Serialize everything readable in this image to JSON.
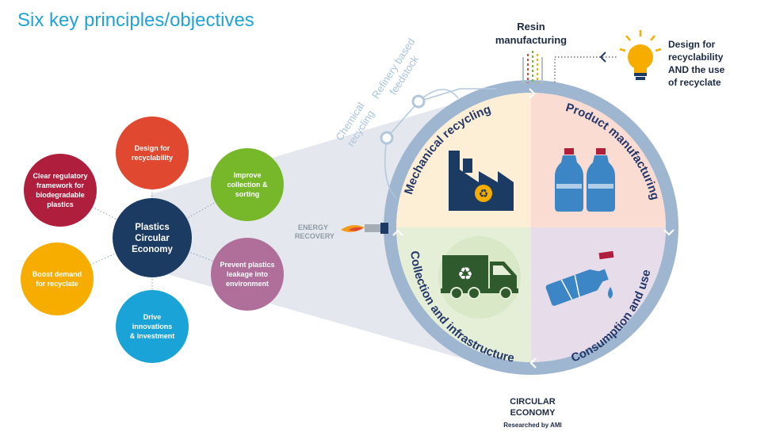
{
  "title": "Six key principles/objectives",
  "center_node": {
    "lines": [
      "Plastics",
      "Circular",
      "Economy"
    ],
    "color": "#1b3b63"
  },
  "outer_nodes": [
    {
      "key": "design",
      "lines": [
        "Design for",
        "recyclability"
      ],
      "color": "#e0492f"
    },
    {
      "key": "collection",
      "lines": [
        "Improve",
        "collection &",
        "sorting"
      ],
      "color": "#76b82a"
    },
    {
      "key": "leakage",
      "lines": [
        "Prevent plastics",
        "leakage into",
        "environment"
      ],
      "color": "#b06e9a"
    },
    {
      "key": "innovation",
      "lines": [
        "Drive",
        "innovations",
        "& investment"
      ],
      "color": "#1aa3d6"
    },
    {
      "key": "demand",
      "lines": [
        "Boost demand",
        "for recyclate"
      ],
      "color": "#f6ad00"
    },
    {
      "key": "regulatory",
      "lines": [
        "Clear regulatory",
        "framework for",
        "biodegradable",
        "plastics"
      ],
      "color": "#b01e3e"
    }
  ],
  "ring": {
    "mechanical": "Mechanical recycling",
    "product": "Product manufacturing",
    "consumption": "Consumption and use",
    "collection": "Collection and infrastructure",
    "colors": {
      "ring": "#9fb6d0",
      "q1": "#fcefd6",
      "q2": "#fadcd3",
      "q3": "#e6dcea",
      "q4": "#e5efd8"
    }
  },
  "resin": [
    "Resin",
    "manufacturing"
  ],
  "design_note": [
    "Design for",
    "recyclability",
    "AND the use",
    "of recyclate"
  ],
  "chemical": [
    "Chemical",
    "recycling"
  ],
  "refinery": [
    "Refinery based",
    "feedstock"
  ],
  "energy": [
    "ENERGY",
    "RECOVERY"
  ],
  "footer": {
    "lines": [
      "CIRCULAR",
      "ECONOMY"
    ],
    "credit": "Researched by AMI"
  },
  "icons": {
    "factory": "factory-recycle-icon",
    "bottles": "bottles-icon",
    "truck": "recycling-truck-icon",
    "bottle_waste": "crushed-bottle-icon",
    "bulb": "lightbulb-icon",
    "flame": "flame-icon"
  }
}
